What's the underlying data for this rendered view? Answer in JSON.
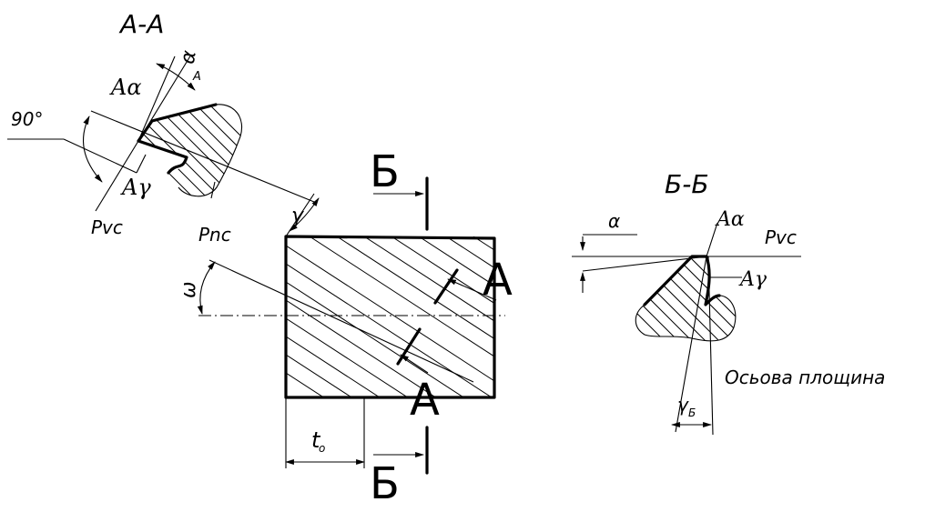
{
  "section_aa": {
    "title": "А-А",
    "label_alpha_a": "α",
    "label_alpha_a_sub": "А",
    "label_a_alpha": "Aα",
    "label_a_gamma": "Aγ",
    "label_90": "90°",
    "label_pvc": "Pvc",
    "label_pnc": "Pnc"
  },
  "main_view": {
    "label_gamma": "γ",
    "label_omega": "ω",
    "label_t0": "t",
    "label_t0_sub": "о",
    "label_a_top": "А",
    "label_a_bottom": "А",
    "label_b_top": "Б",
    "label_b_bottom": "Б"
  },
  "section_bb": {
    "title": "Б-Б",
    "label_alpha": "α",
    "label_a_alpha": "Aα",
    "label_a_gamma": "Aγ",
    "label_pvc": "Pvc",
    "label_gamma_b": "γ",
    "label_gamma_b_sub": "Б",
    "label_axial_plane": "Осьова площина"
  }
}
